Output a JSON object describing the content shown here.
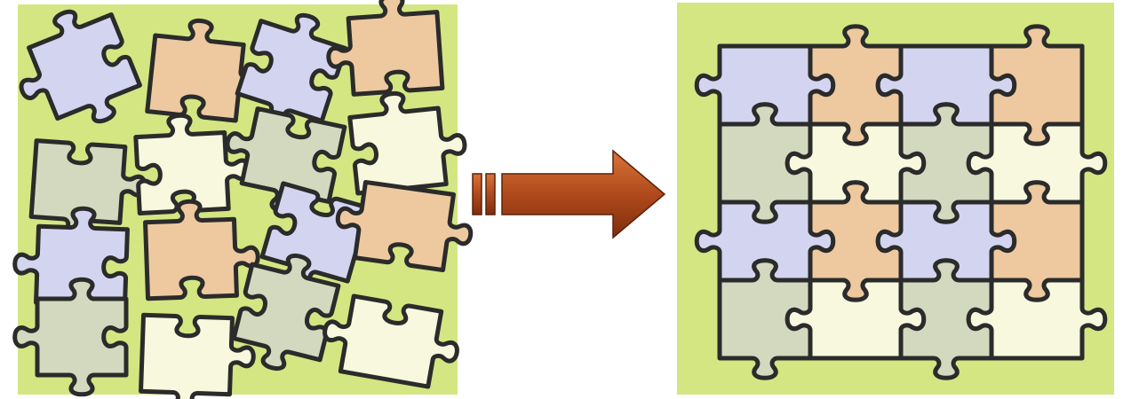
{
  "diagram": {
    "kind": "puzzle-before-after",
    "before_panel": {
      "background_color": "#d3e682",
      "pieces": [
        {
          "color": "lavender"
        },
        {
          "color": "peach"
        },
        {
          "color": "lavender"
        },
        {
          "color": "peach"
        },
        {
          "color": "sage"
        },
        {
          "color": "cream"
        },
        {
          "color": "sage"
        },
        {
          "color": "cream"
        },
        {
          "color": "lavender"
        },
        {
          "color": "peach"
        },
        {
          "color": "lavender"
        },
        {
          "color": "peach"
        },
        {
          "color": "sage"
        },
        {
          "color": "cream"
        },
        {
          "color": "sage"
        },
        {
          "color": "cream"
        }
      ],
      "arrangement": "scattered"
    },
    "arrow": {
      "icon": "right-arrow-icon",
      "color": "#b04a1c",
      "direction": "right"
    },
    "after_panel": {
      "background_color": "#d3e682",
      "rows": 4,
      "columns": 4,
      "arrangement": "assembled"
    },
    "palette": {
      "lavender": "#d3d4ef",
      "peach": "#eec99f",
      "sage": "#d2d9bf",
      "cream": "#f8f8df",
      "outline": "#2b2b2b"
    }
  }
}
